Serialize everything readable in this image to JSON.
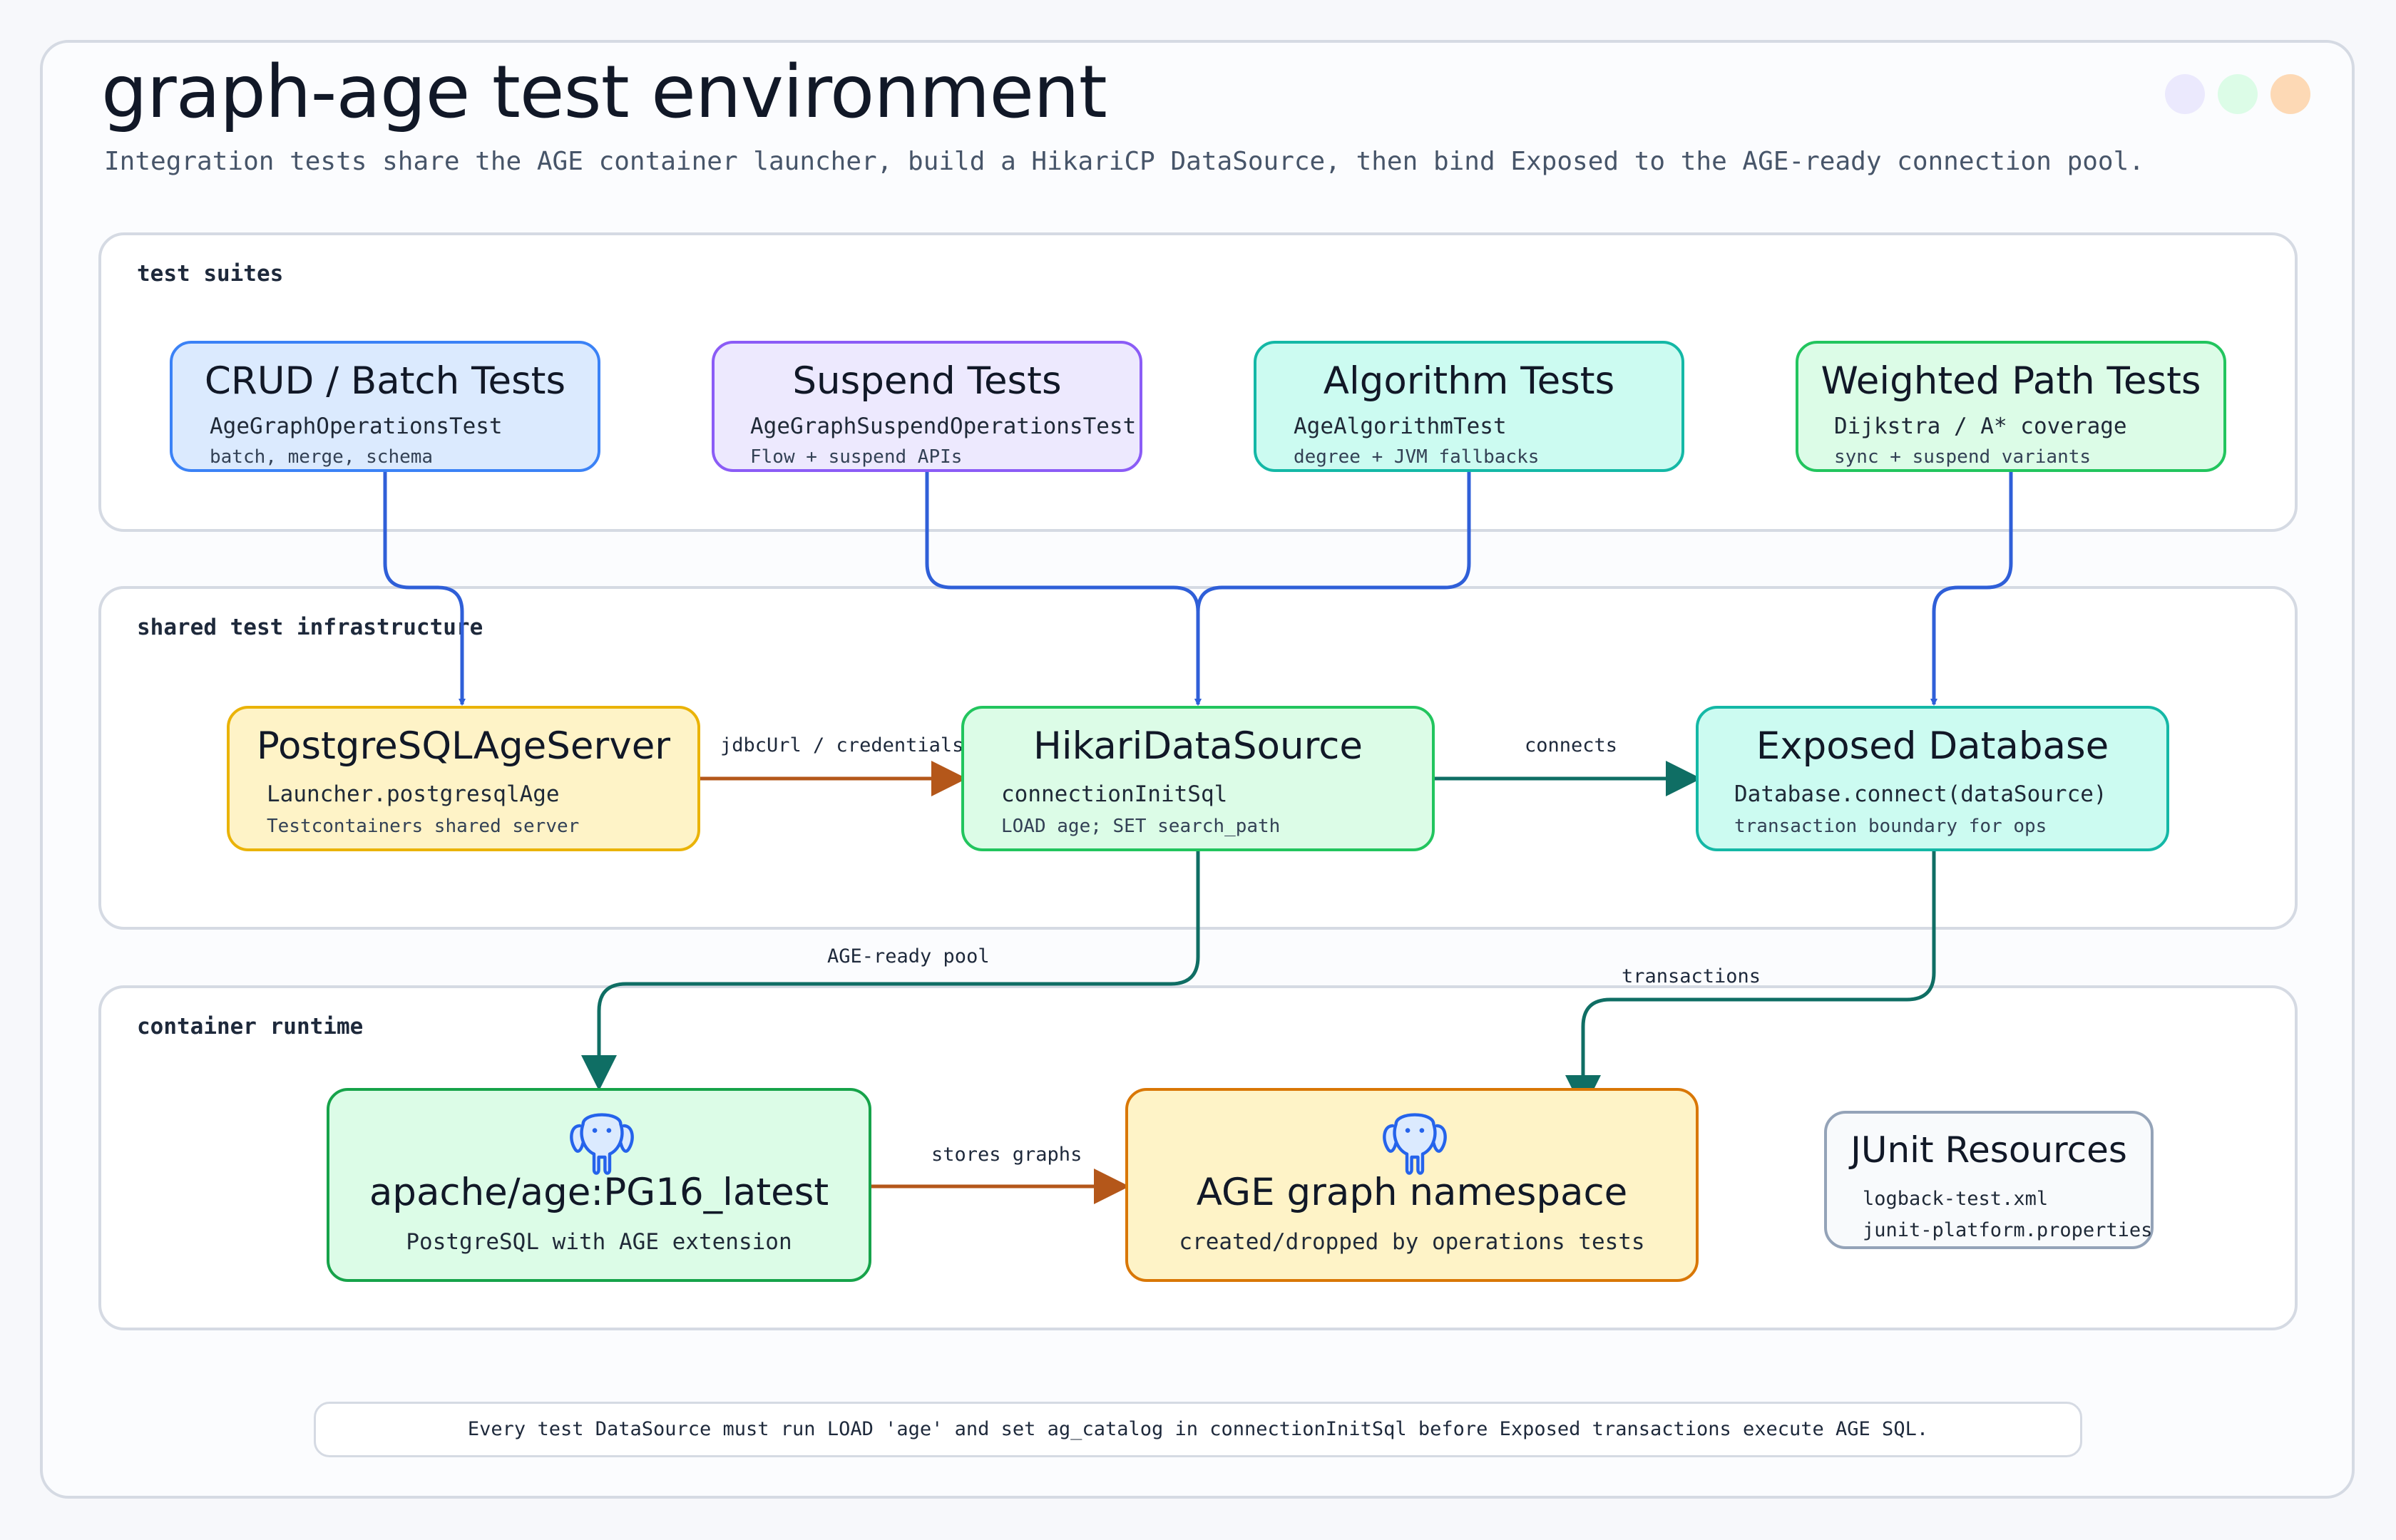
{
  "header": {
    "title": "graph-age test environment",
    "subtitle": "Integration tests share the AGE container launcher, build a HikariCP DataSource, then bind Exposed to the AGE-ready connection pool."
  },
  "window_dots": [
    "#ebe9fd",
    "#dcfce7",
    "#fdd9b5"
  ],
  "zones": {
    "suites": "test suites",
    "infra": "shared test infrastructure",
    "runtime": "container runtime"
  },
  "nodes": {
    "crud": {
      "title": "CRUD / Batch Tests",
      "line1": "AgeGraphOperationsTest",
      "line2": "batch, merge, schema"
    },
    "suspend": {
      "title": "Suspend Tests",
      "line1": "AgeGraphSuspendOperationsTest",
      "line2": "Flow + suspend APIs"
    },
    "algorithm": {
      "title": "Algorithm Tests",
      "line1": "AgeAlgorithmTest",
      "line2": "degree + JVM fallbacks"
    },
    "weighted": {
      "title": "Weighted Path Tests",
      "line1": "Dijkstra / A* coverage",
      "line2": "sync + suspend variants"
    },
    "server": {
      "title": "PostgreSQLAgeServer",
      "line1": "Launcher.postgresqlAge",
      "line2": "Testcontainers shared server"
    },
    "hikari": {
      "title": "HikariDataSource",
      "line1": "connectionInitSql",
      "line2": "LOAD age; SET search_path"
    },
    "exposed": {
      "title": "Exposed Database",
      "line1": "Database.connect(dataSource)",
      "line2": "transaction boundary for ops"
    },
    "image": {
      "title": "apache/age:PG16_latest",
      "line1": "PostgreSQL with AGE extension",
      "icon": "postgres-elephant-icon"
    },
    "namespace": {
      "title": "AGE graph namespace",
      "line1": "created/dropped by operations tests",
      "icon": "postgres-elephant-icon"
    },
    "resources": {
      "title": "JUnit Resources",
      "line1": "logback-test.xml",
      "line2": "junit-platform.properties"
    }
  },
  "edges": {
    "jdbc": "jdbcUrl / credentials",
    "connects": "connects",
    "pool": "AGE-ready pool",
    "transactions": "transactions",
    "stores": "stores graphs"
  },
  "colors": {
    "blue_arrow": "#2f5fd8",
    "teal_arrow": "#0f6e64",
    "orange_arrow": "#b4571a"
  },
  "footer": "Every test DataSource must run LOAD 'age' and set ag_catalog in connectionInitSql before Exposed transactions execute AGE SQL."
}
